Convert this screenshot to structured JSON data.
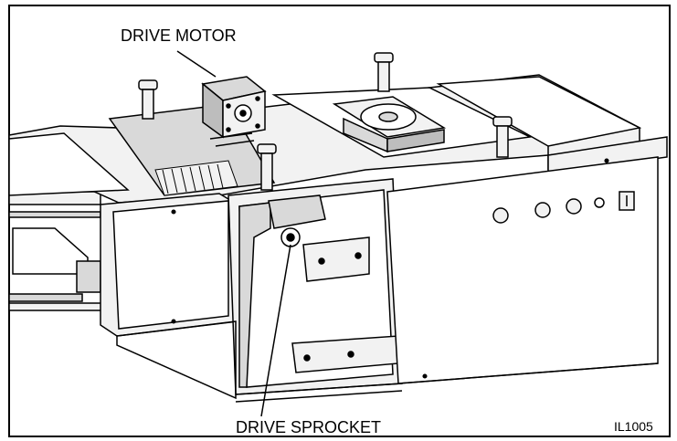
{
  "figure": {
    "labels": {
      "drive_motor": "DRIVE MOTOR",
      "drive_sprocket": "DRIVE SPROCKET"
    },
    "figure_id": "IL1005",
    "colors": {
      "line": "#000000",
      "background": "#ffffff",
      "fill_light": "#f2f2f2",
      "fill_mid": "#d9d9d9",
      "fill_dark": "#9a9a9a"
    }
  }
}
